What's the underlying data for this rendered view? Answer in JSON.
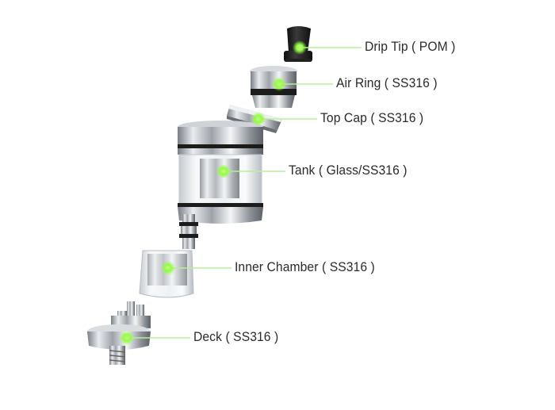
{
  "diagram": {
    "parts": [
      {
        "id": "drip-tip",
        "label": "Drip Tip ( POM )"
      },
      {
        "id": "air-ring",
        "label": "Air Ring ( SS316 )"
      },
      {
        "id": "top-cap",
        "label": "Top Cap ( SS316 )"
      },
      {
        "id": "tank",
        "label": "Tank ( Glass/SS316 )"
      },
      {
        "id": "inner-chamber",
        "label": "Inner Chamber ( SS316 )"
      },
      {
        "id": "deck",
        "label": "Deck ( SS316 )"
      }
    ],
    "colors": {
      "metal": "#c9ccd0",
      "metal_dark": "#5e6268",
      "glass": "#eef1f3",
      "black": "#1c1c1c",
      "highlight": "#8fff3a",
      "leader": "#b6ef98",
      "text": "#2a2a2a"
    }
  }
}
